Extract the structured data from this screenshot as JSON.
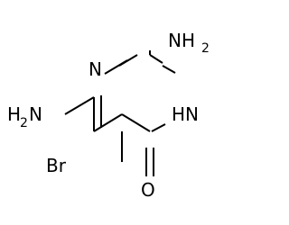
{
  "molecule": {
    "atoms": {
      "n1_label": "N",
      "n3_label": "N",
      "h3_label": "H",
      "nh2_top_n": "NH",
      "nh2_top_sub": "2",
      "nh2_left_n": "H",
      "nh2_left_sub": "2",
      "nh2_left_n2": "N",
      "br_label": "Br",
      "o_label": "O"
    },
    "colors": {
      "bond": "#000000",
      "label": "#000000",
      "background": "#ffffff"
    }
  }
}
